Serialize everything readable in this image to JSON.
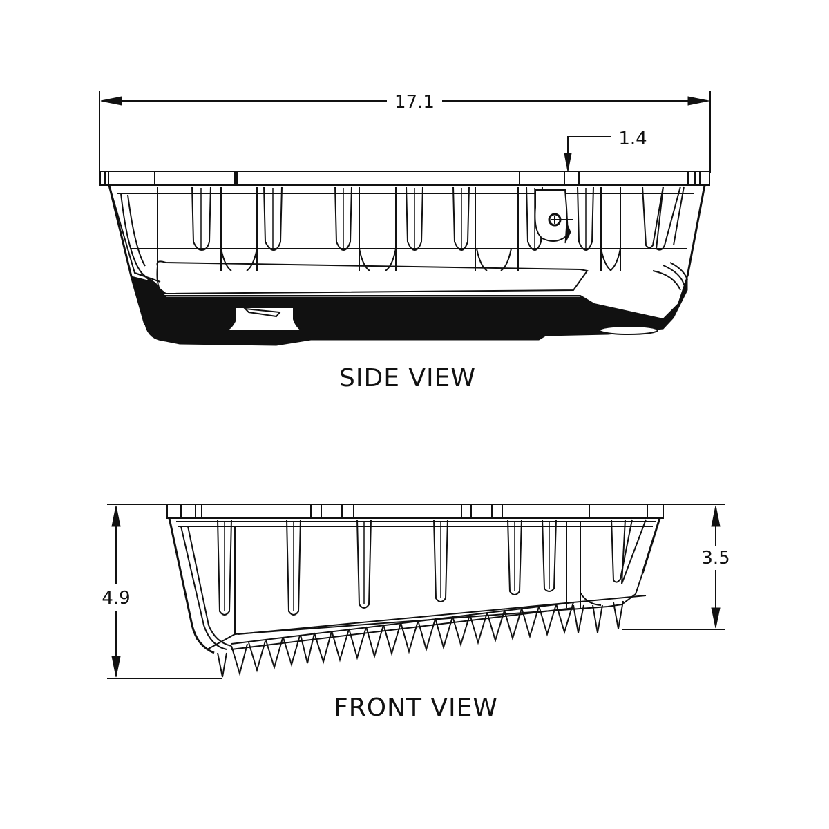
{
  "drawing": {
    "background": "#ffffff",
    "line_color": "#111111",
    "side_view": {
      "label": "SIDE VIEW",
      "dimensions": {
        "overall_length": "17.1",
        "drain_offset": "1.4"
      }
    },
    "front_view": {
      "label": "FRONT VIEW",
      "dimensions": {
        "overall_height": "4.9",
        "shallow_height": "3.5"
      }
    }
  }
}
